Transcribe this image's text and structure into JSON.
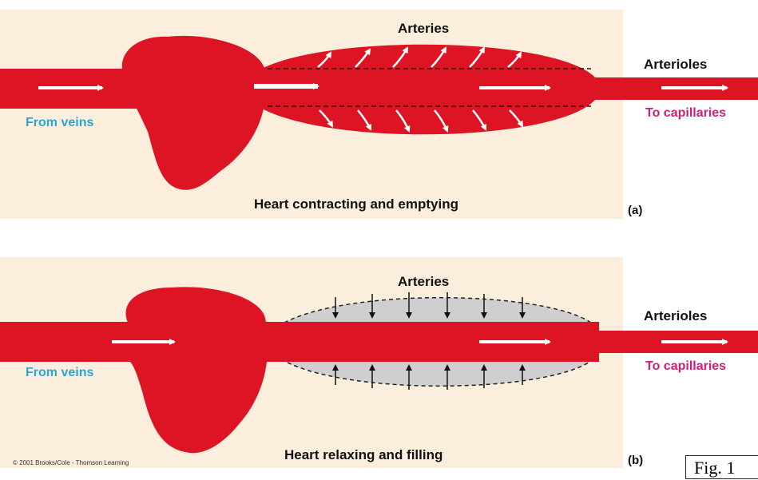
{
  "panel_a": {
    "arteries_label": "Arteries",
    "arterioles_label": "Arterioles",
    "from_veins_label": "From veins",
    "to_capillaries_label": "To capillaries",
    "caption": "Heart contracting and emptying",
    "letter": "(a)"
  },
  "panel_b": {
    "arteries_label": "Arteries",
    "arterioles_label": "Arterioles",
    "from_veins_label": "From veins",
    "to_capillaries_label": "To capillaries",
    "caption": "Heart relaxing and filling",
    "letter": "(b)"
  },
  "copyright": "© 2001 Brooks/Cole - Thomson Learning",
  "figure_label": "Fig. 1",
  "colors": {
    "blood": "#dd1424",
    "background": "#fbeedd",
    "recoil_gray": "#cfcfcf",
    "blue_text": "#2aa6d6",
    "pink_text": "#cc1f7a"
  }
}
